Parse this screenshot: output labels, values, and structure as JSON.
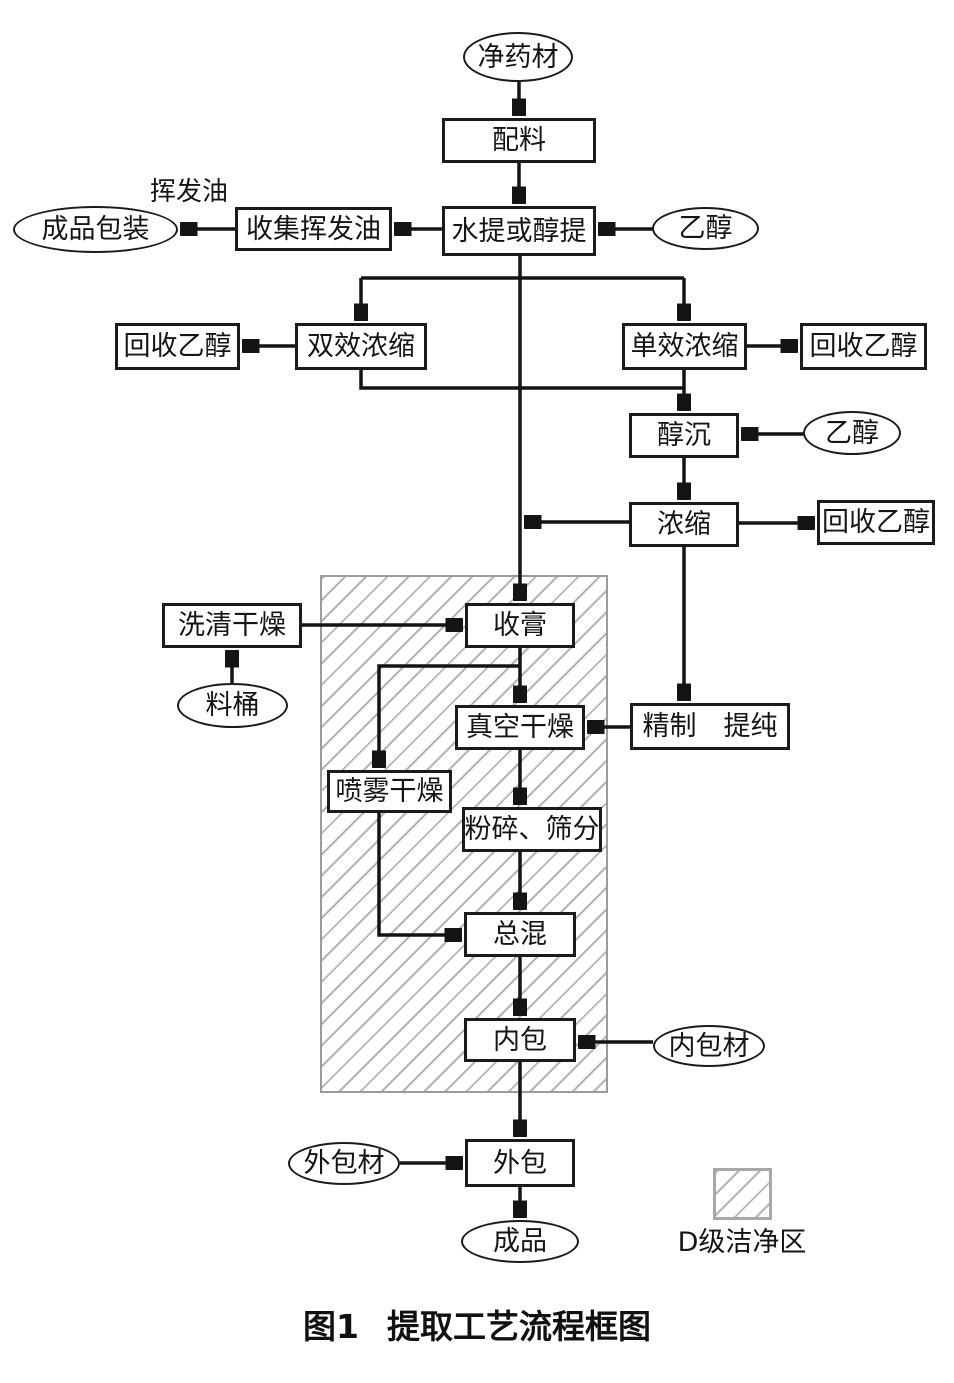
{
  "nodes": {
    "raw_material": "净药材",
    "compounding": "配料",
    "extraction": "水提或醇提",
    "ethanol_top": "乙醇",
    "collect_volatile_oil": "收集挥发油",
    "volatile_oil_label": "挥发油",
    "finished_packaging": "成品包装",
    "double_effect_concentration": "双效浓缩",
    "recover_ethanol_left": "回收乙醇",
    "single_effect_concentration": "单效浓缩",
    "recover_ethanol_right_top": "回收乙醇",
    "ethanol_precipitation": "醇沉",
    "ethanol_mid": "乙醇",
    "concentration": "浓缩",
    "recover_ethanol_right_bottom": "回收乙醇",
    "wash_clean_dry": "洗清干燥",
    "material_barrel": "料桶",
    "collect_paste": "收膏",
    "vacuum_drying": "真空干燥",
    "refine_purify": "精制　提纯",
    "spray_drying": "喷雾干燥",
    "crush_sieve": "粉碎、筛分",
    "total_mixing": "总混",
    "inner_packaging": "内包",
    "inner_packaging_material": "内包材",
    "outer_packaging": "外包",
    "outer_packaging_material": "外包材",
    "finished_product": "成品"
  },
  "legend": {
    "label": "D级洁净区"
  },
  "caption": {
    "number": "图1",
    "title": "提取工艺流程框图"
  },
  "colors": {
    "line": "#141414",
    "box_border": "#1b1b1b",
    "hatch": "#b4b4b4",
    "zone_border": "#9b9b9b"
  }
}
